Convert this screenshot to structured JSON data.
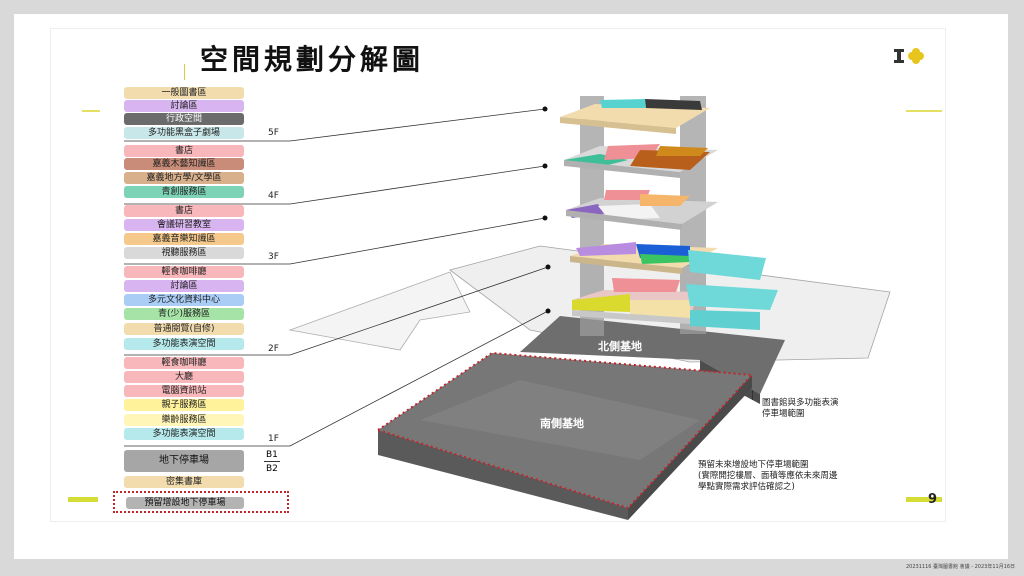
{
  "title": "空間規劃分解圖",
  "page_number": "9",
  "footer": "20231116 臺灣圖書館 會議 - 2023年11月16日",
  "labels": [
    {
      "text": "一般圖書區",
      "color": "#f2dcae"
    },
    {
      "text": "討論區",
      "color": "#d8b4f0"
    },
    {
      "text": "行政空間",
      "color": "#6b6b6b",
      "text_color": "#ffffff"
    },
    {
      "text": "多功能黑盒子劇場",
      "color": "#c8e7e9"
    },
    {
      "text": "書店",
      "color": "#f7b7bb"
    },
    {
      "text": "嘉義木藝知識區",
      "color": "#c88c78"
    },
    {
      "text": "嘉義地方學/文學區",
      "color": "#d9b08c"
    },
    {
      "text": "青創服務區",
      "color": "#7dd3b6"
    },
    {
      "text": "書店",
      "color": "#f7b7bb"
    },
    {
      "text": "會議研習教室",
      "color": "#d8b4f0"
    },
    {
      "text": "嘉義音樂知識區",
      "color": "#f5c98b"
    },
    {
      "text": "視聽服務區",
      "color": "#d9d9d9"
    },
    {
      "text": "輕食咖啡廳",
      "color": "#f7b7bb"
    },
    {
      "text": "討論區",
      "color": "#d8b4f0"
    },
    {
      "text": "多元文化資料中心",
      "color": "#a9cdf5"
    },
    {
      "text": "青(少)服務區",
      "color": "#a6e3a6"
    },
    {
      "text": "普通閱覽(自修)",
      "color": "#f2dcae"
    },
    {
      "text": "多功能表演空間",
      "color": "#b6e9ec"
    },
    {
      "text": "輕食咖啡廳",
      "color": "#f7b7bb"
    },
    {
      "text": "大廳",
      "color": "#f7b7bb"
    },
    {
      "text": "電腦資訊站",
      "color": "#f7b7bb"
    },
    {
      "text": "親子服務區",
      "color": "#fff29a"
    },
    {
      "text": "樂齡服務區",
      "color": "#fff6b8"
    },
    {
      "text": "多功能表演空間",
      "color": "#b6e9ec"
    }
  ],
  "floors": [
    "5F",
    "4F",
    "3F",
    "2F",
    "1F"
  ],
  "basement": {
    "label": "地下停車場",
    "b1": "B1",
    "b2": "B2"
  },
  "storage": "密集書庫",
  "reserve_parking": "預留增設地下停車場",
  "north_site": "北側基地",
  "south_site": "南側基地",
  "note_library": [
    "圖書館與多功能表演",
    "停車場範圍"
  ],
  "note_reserve": [
    "預留未來增設地下停車場範圍",
    "(實際開挖樓層、面積等應依未來周邊",
    "學點實際需求評估確認之)"
  ]
}
